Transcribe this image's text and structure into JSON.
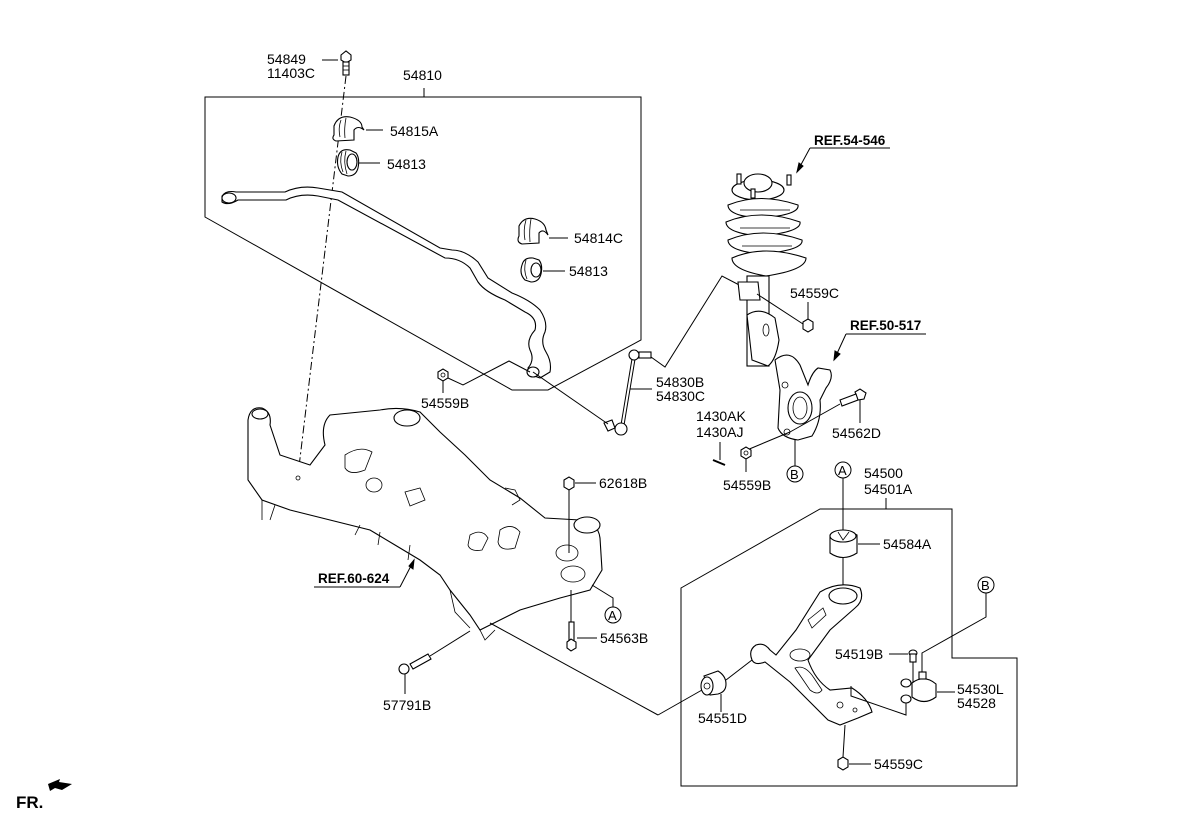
{
  "diagram": {
    "title": "Front Suspension Crossmember & Lower Arm",
    "direction_marker": "FR.",
    "labels": {
      "p54849": "54849",
      "p11403C": "11403C",
      "p54810": "54810",
      "p54815A": "54815A",
      "p54813a": "54813",
      "p54814C": "54814C",
      "p54813b": "54813",
      "p54559B_bar": "54559B",
      "p54830B": "54830B",
      "p54830C": "54830C",
      "p54559C_strut": "54559C",
      "p1430AK": "1430AK",
      "p1430AJ": "1430AJ",
      "p54562D": "54562D",
      "p54559B_knuckle": "54559B",
      "p62618B": "62618B",
      "p54563B": "54563B",
      "p57791B": "57791B",
      "p54500": "54500",
      "p54501A": "54501A",
      "p54584A": "54584A",
      "p54519B": "54519B",
      "p54530L": "54530L",
      "p54528": "54528",
      "p54551D": "54551D",
      "p54559C_arm": "54559C"
    },
    "references": {
      "ref_strut": "REF.54-546",
      "ref_knuckle": "REF.50-517",
      "ref_crossmember": "REF.60-624"
    },
    "callouts": {
      "A": "A",
      "B": "B"
    }
  }
}
